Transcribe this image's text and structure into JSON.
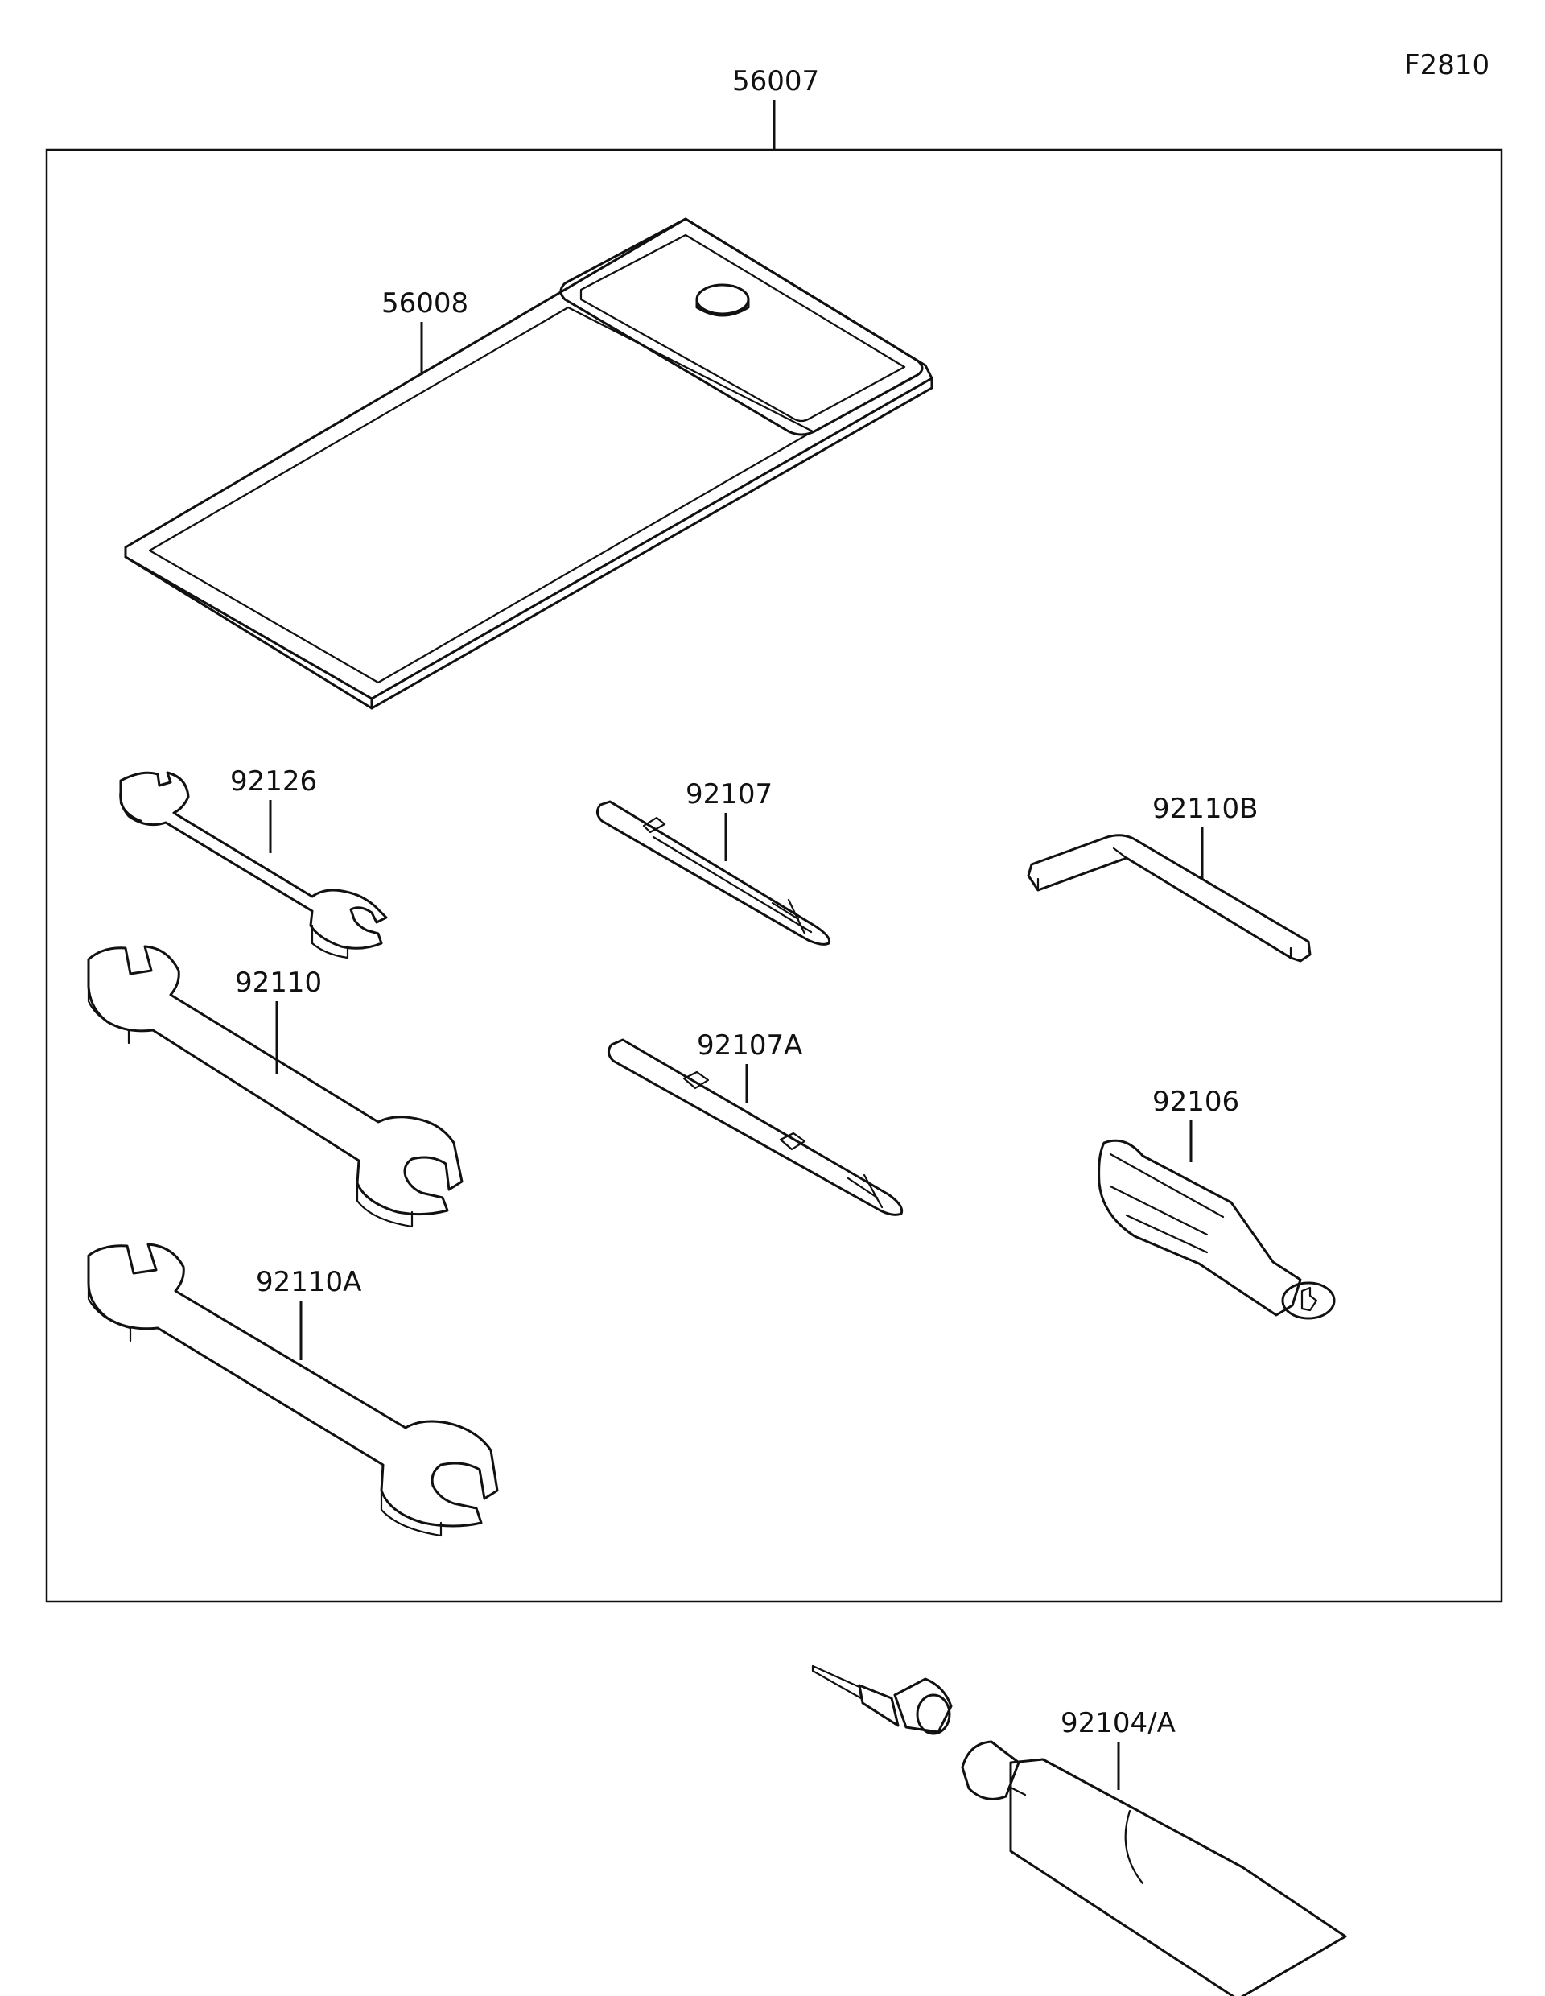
{
  "figure_code": "F2810",
  "parts": {
    "kit": "56007",
    "case": "56008",
    "wrench_small": "92126",
    "driver_bit": "92107",
    "hex_wrench": "92110B",
    "wrench_medium": "92110",
    "driver_bit_double": "92107A",
    "handle": "92106",
    "wrench_large": "92110A",
    "tire_sealant": "92104/A"
  },
  "colors": {
    "line": "#111111",
    "background": "#ffffff"
  }
}
